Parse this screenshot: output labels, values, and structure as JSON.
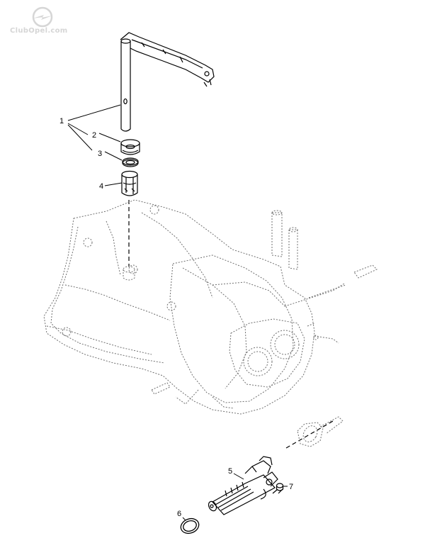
{
  "watermark": {
    "text": "ClubOpel.com",
    "logo_icon": "opel-blitz-logo"
  },
  "callouts": [
    {
      "id": "1",
      "label": "1"
    },
    {
      "id": "2",
      "label": "2"
    },
    {
      "id": "3",
      "label": "3"
    },
    {
      "id": "4",
      "label": "4"
    },
    {
      "id": "5",
      "label": "5"
    },
    {
      "id": "6",
      "label": "6"
    },
    {
      "id": "7",
      "label": "7"
    }
  ],
  "colors": {
    "line": "#000000",
    "ghost_line": "#6f6f6f",
    "watermark": "#d6d6d6"
  }
}
